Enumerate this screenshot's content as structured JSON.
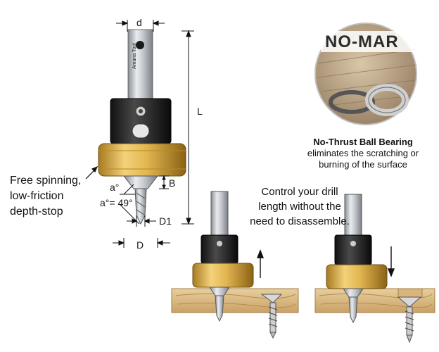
{
  "dimensions": {
    "d": "d",
    "L": "L",
    "B": "B",
    "D1": "D1",
    "D": "D",
    "angle_a": "a°",
    "angle_eq": "a°= 49°"
  },
  "callouts": {
    "depth_stop": [
      "Free spinning,",
      "low-friction",
      "depth-stop"
    ],
    "control": [
      "Control your drill",
      "length without the",
      "need to disassemble."
    ]
  },
  "badge": {
    "brand": "NO-MAR",
    "title": "No-Thrust Ball Bearing",
    "description": [
      "eliminates the scratching or",
      "burning of the surface"
    ]
  },
  "shank_marking": "Amana Tool"
}
